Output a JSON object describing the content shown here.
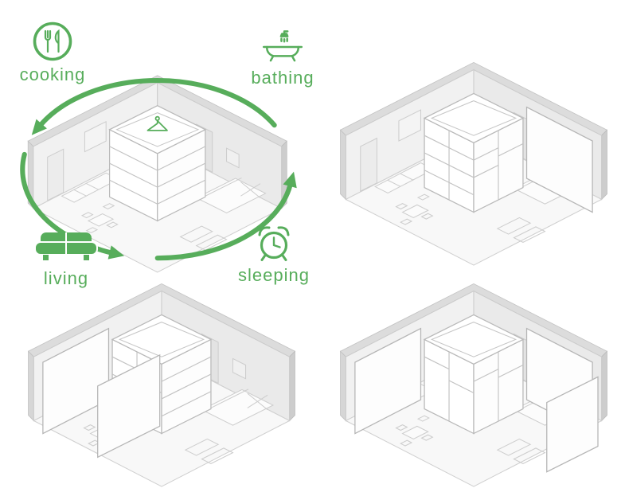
{
  "diagram": {
    "accent_color": "#57ad5b",
    "linework_color": "#c9c9c9",
    "background_color": "#ffffff"
  },
  "legend": [
    {
      "id": "cooking",
      "label": "cooking",
      "icon": "cutlery-plate-icon"
    },
    {
      "id": "bathing",
      "label": "bathing",
      "icon": "bathtub-shower-icon"
    },
    {
      "id": "living",
      "label": "living",
      "icon": "sofa-icon"
    },
    {
      "id": "sleeping",
      "label": "sleeping",
      "icon": "alarm-clock-icon"
    }
  ]
}
